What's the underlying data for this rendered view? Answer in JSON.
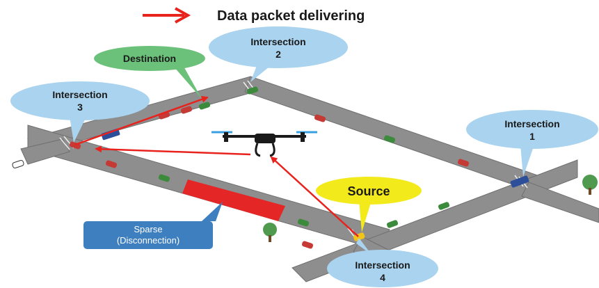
{
  "legend": {
    "label": "Data packet delivering",
    "arrow_color": "#e8231e"
  },
  "callouts": {
    "destination": {
      "label": "Destination",
      "color": "#6cc17a"
    },
    "intersection_2": {
      "line1": "Intersection",
      "line2": "2",
      "color": "#a9d3ee"
    },
    "intersection_3": {
      "line1": "Intersection",
      "line2": "3",
      "color": "#a9d3ee"
    },
    "intersection_1": {
      "line1": "Intersection",
      "line2": "1",
      "color": "#a9d3ee"
    },
    "intersection_4": {
      "line1": "Intersection",
      "line2": "4",
      "color": "#a9d3ee"
    },
    "source": {
      "label": "Source",
      "color": "#f3ea1c"
    },
    "sparse": {
      "line1": "Sparse",
      "line2": "(Disconnection)",
      "color": "#3e7fc0"
    }
  },
  "colors": {
    "road": "#8e8e8e",
    "road_edge": "#6f6f6f",
    "sparse_segment": "#e52626",
    "uav_rotor": "#3aa0e0"
  }
}
